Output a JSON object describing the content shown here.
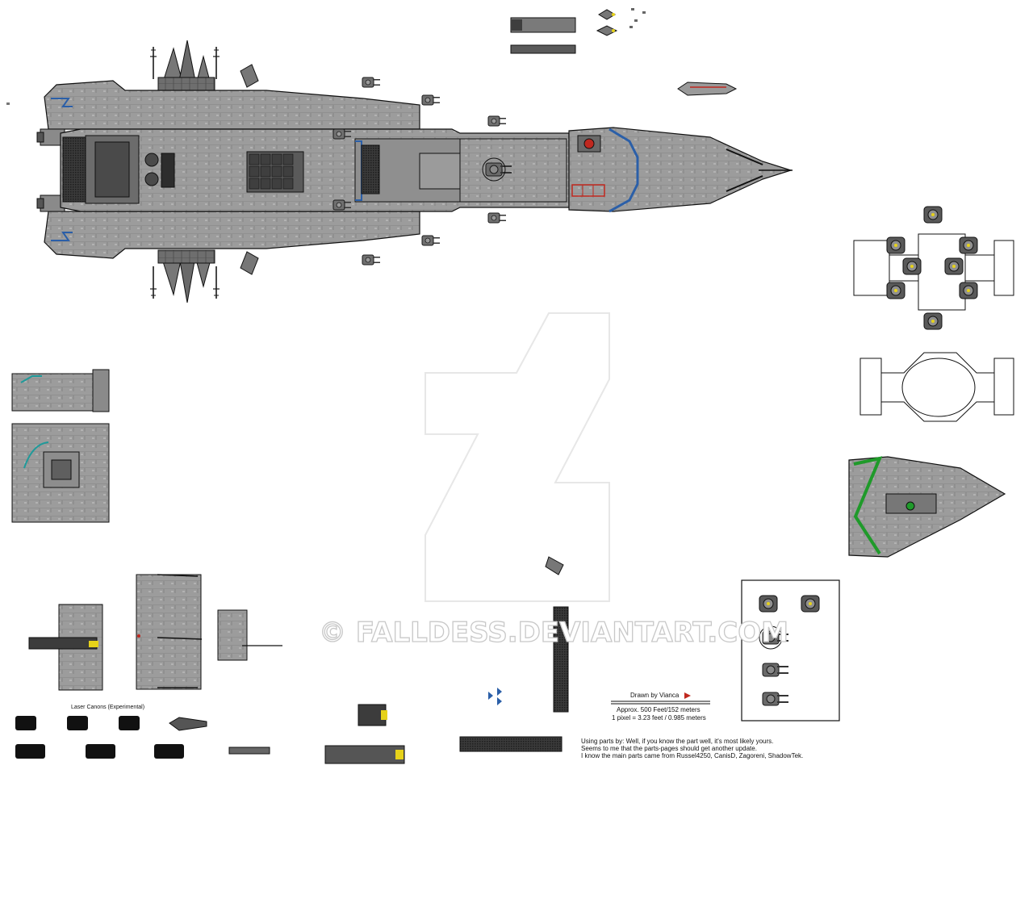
{
  "labels": {
    "laser_canons": "Laser Canons (Experimental)",
    "drawn_by": "Drawn by Vianca",
    "scale_approx": "Approx. 500 Feet/152 meters",
    "scale_pixel": "1 pixel = 3.23 feet / 0.985 meters",
    "credits": [
      "Using parts by: Well, if you know the part well, it's most likely yours.",
      "Seems to me that the parts-pages should get another update.",
      "I know the main parts came from Russel4250, CanisD, Zagoreni, ShadowTek."
    ]
  },
  "watermark": "© FALLDESS.DEVIANTART.COM",
  "colors": {
    "hull": "#9a9a9a",
    "hull_dark": "#5f5f5f",
    "outline": "#1a1a1a",
    "accent_blue": "#2b5fa8",
    "accent_green": "#1f9a2a",
    "accent_red": "#c0281f",
    "engine_glow": "#e6d21a",
    "watermark_gray": "#d8d8d8"
  }
}
